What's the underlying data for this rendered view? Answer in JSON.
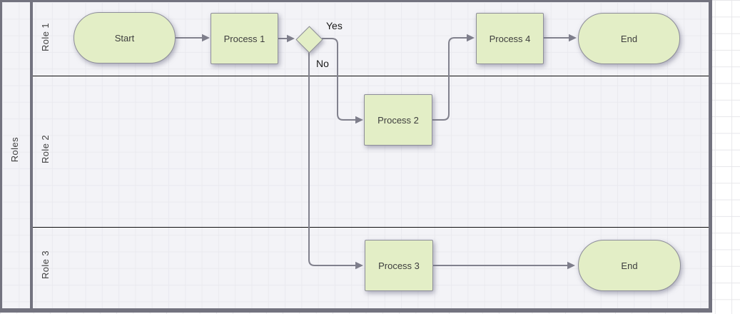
{
  "diagram": {
    "type": "swimlane-flowchart",
    "pool_title": "Roles",
    "lanes": [
      {
        "label": "Role 1"
      },
      {
        "label": "Role 2"
      },
      {
        "label": "Role 3"
      }
    ],
    "nodes": {
      "start": {
        "label": "Start",
        "type": "terminator",
        "lane": "Role 1"
      },
      "p1": {
        "label": "Process 1",
        "type": "process",
        "lane": "Role 1"
      },
      "decision": {
        "label": "",
        "type": "decision",
        "lane": "Role 1"
      },
      "p2": {
        "label": "Process 2",
        "type": "process",
        "lane": "Role 2"
      },
      "p3": {
        "label": "Process 3",
        "type": "process",
        "lane": "Role 3"
      },
      "p4": {
        "label": "Process 4",
        "type": "process",
        "lane": "Role 1"
      },
      "end1": {
        "label": "End",
        "type": "terminator",
        "lane": "Role 1"
      },
      "end3": {
        "label": "End",
        "type": "terminator",
        "lane": "Role 3"
      }
    },
    "edge_labels": {
      "yes": "Yes",
      "no": "No"
    },
    "edges": [
      {
        "from": "start",
        "to": "p1",
        "label": ""
      },
      {
        "from": "p1",
        "to": "decision",
        "label": ""
      },
      {
        "from": "decision",
        "to": "p2",
        "label": "Yes"
      },
      {
        "from": "decision",
        "to": "p3",
        "label": "No"
      },
      {
        "from": "p2",
        "to": "p4",
        "label": ""
      },
      {
        "from": "p4",
        "to": "end1",
        "label": ""
      },
      {
        "from": "p3",
        "to": "end3",
        "label": ""
      }
    ],
    "colors": {
      "node_fill": "#e3eec6",
      "node_border": "#8d8d99",
      "connector": "#81818d",
      "lane_separator": "#0d0d0d",
      "frame_border": "#73737f",
      "canvas_bg": "#f3f3f7"
    }
  }
}
